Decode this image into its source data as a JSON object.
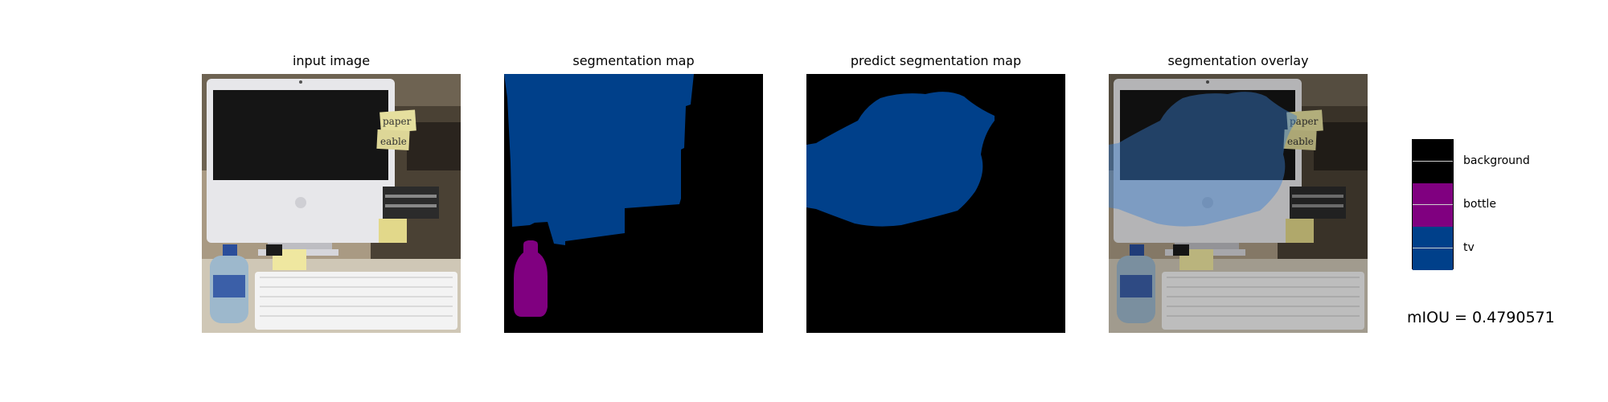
{
  "panels": [
    {
      "title": "input image"
    },
    {
      "title": "segmentation map"
    },
    {
      "title": "predict segmentation map"
    },
    {
      "title": "segmentation overlay"
    }
  ],
  "photo": {
    "note_lines": [
      "paper",
      "eable"
    ]
  },
  "legend": {
    "items": [
      {
        "label": "background",
        "color": "#000000"
      },
      {
        "label": "bottle",
        "color": "#800080"
      },
      {
        "label": "tv",
        "color": "#00408a"
      }
    ]
  },
  "metric": {
    "text": "mIOU = 0.4790571"
  }
}
